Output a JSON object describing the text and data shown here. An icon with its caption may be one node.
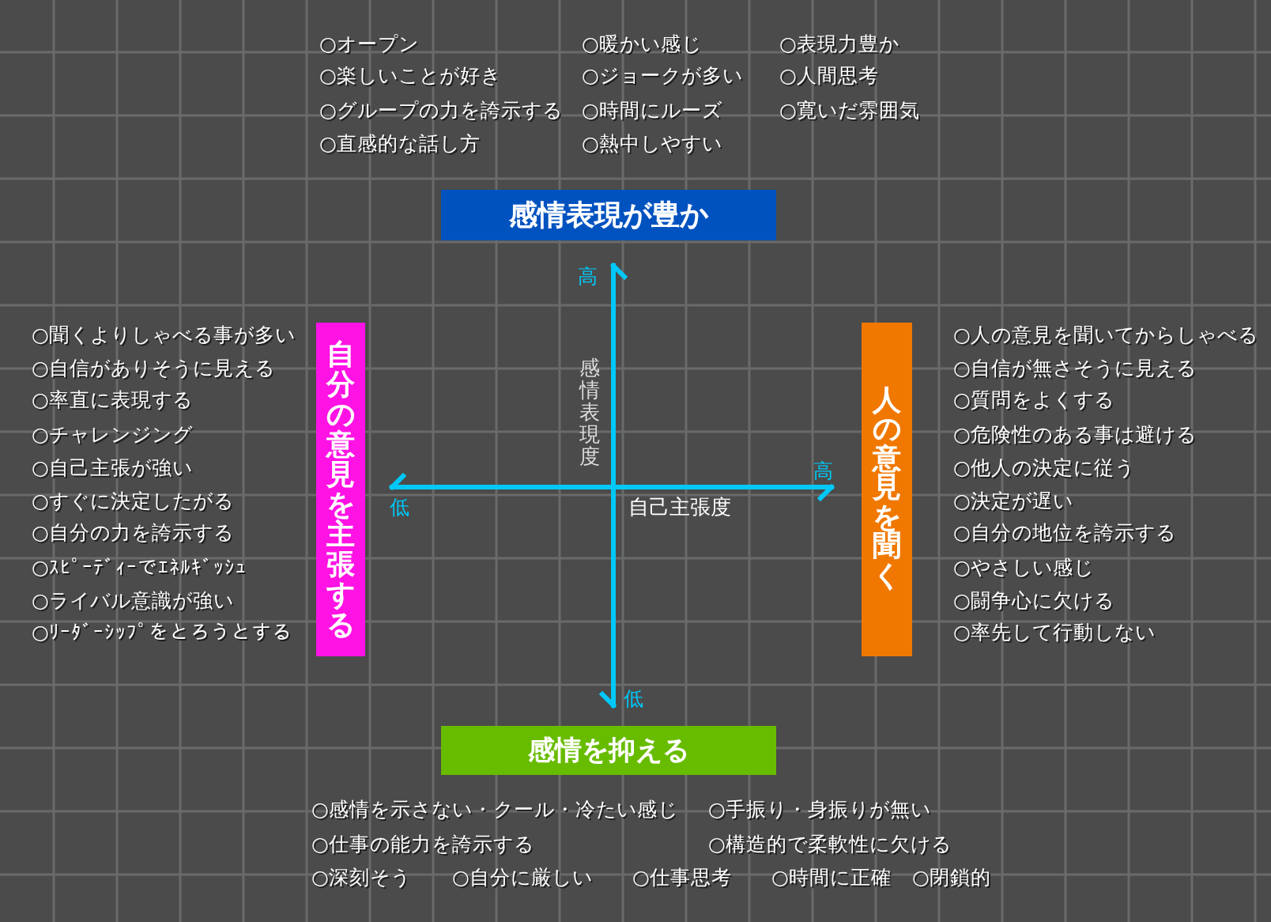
{
  "diagram": {
    "nodes": [
      {
        "text": [
          "感情表現が豊か"
        ],
        "beside": [
          "○オープン",
          "○暖かい感じ",
          "○表現力豊か",
          "○楽しいことが好き",
          "○ジョークが多い",
          "○人間思考",
          "○グループの力を誇示する",
          "○時間にルーズ",
          "○寛いだ雰囲気",
          "○直感的な話し方",
          "○熱中しやすい"
        ]
      },
      {
        "text": [
          "自分の意見を主張する"
        ],
        "beside": [
          "○聞くよりしゃべる事が多い",
          "○自信がありそうに見える",
          "○率直に表現する",
          "○チャレンジング",
          "○自己主張が強い",
          "○すぐに決定したがる",
          "○自分の力を誇示する",
          "○ｽﾋﾟｰﾃﾞｨｰでｴﾈﾙｷﾞｯｼｭ",
          "○ライバル意識が強い",
          "○ﾘｰﾀﾞｰｼｯﾌﾟをとろうとする"
        ]
      },
      {
        "text": [
          "人の意見を聞く"
        ],
        "beside": [
          "○人の意見を聞いてからしゃべる",
          "○自信が無さそうに見える",
          "○質問をよくする",
          "○危険性のある事は避ける",
          "○他人の決定に従う",
          "○決定が遅い",
          "○自分の地位を誇示する",
          "○やさしい感じ",
          "○闘争心に欠ける",
          "○率先して行動しない"
        ]
      },
      {
        "text": [
          "感情を抑える"
        ],
        "beside": [
          "○感情を示さない・クール・冷たい感じ",
          "○手振り・身振りが無い",
          "○仕事の能力を誇示する",
          "○構造的で柔軟性に欠ける",
          "○深刻そう",
          "○自分に厳しい",
          "○仕事思考",
          "○時間に正確",
          "○閉鎖的"
        ]
      }
    ],
    "labels": [
      "高",
      "感情表現度",
      "高",
      "低",
      "自己主張度",
      "低"
    ]
  }
}
